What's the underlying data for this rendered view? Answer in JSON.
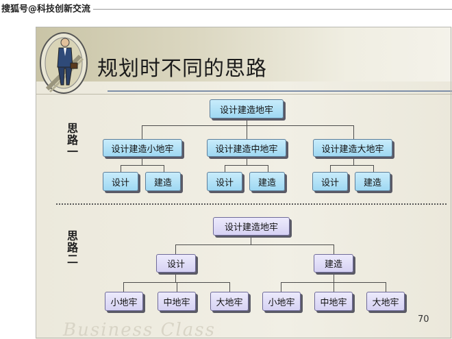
{
  "watermark": {
    "text": "搜狐号@科技创新交流"
  },
  "slide": {
    "title": "规划时不同的思路",
    "page_number": "70",
    "footer": "Business Class"
  },
  "section1": {
    "label": "思路一",
    "root": "设计建造地牢",
    "children": [
      {
        "label": "设计建造小地牢",
        "leaves": [
          "设计",
          "建造"
        ]
      },
      {
        "label": "设计建造中地牢",
        "leaves": [
          "设计",
          "建造"
        ]
      },
      {
        "label": "设计建造大地牢",
        "leaves": [
          "设计",
          "建造"
        ]
      }
    ]
  },
  "section2": {
    "label": "思路二",
    "root": "设计建造地牢",
    "children": [
      {
        "label": "设计",
        "leaves": [
          "小地牢",
          "中地牢",
          "大地牢"
        ]
      },
      {
        "label": "建造",
        "leaves": [
          "小地牢",
          "中地牢",
          "大地牢"
        ]
      }
    ]
  },
  "colors": {
    "section1_box": "#a8dcf4",
    "section2_box": "#dcd8f5",
    "title_rule": "#7d8ea8"
  }
}
